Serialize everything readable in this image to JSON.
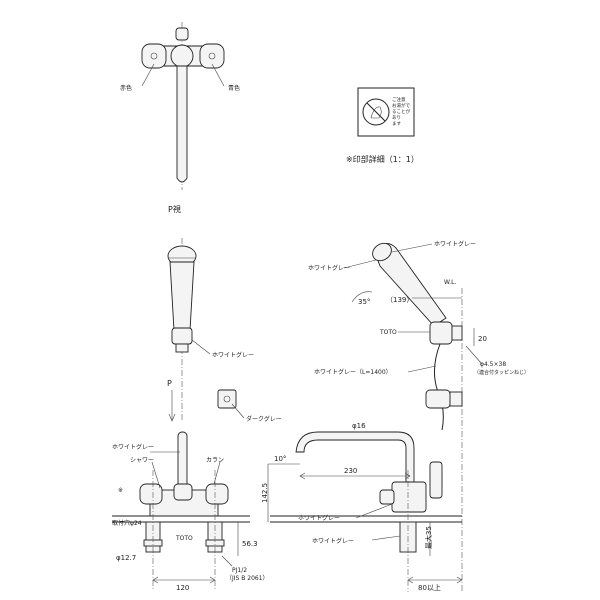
{
  "views": {
    "top": {
      "caption": "P視",
      "label_left": "赤色",
      "label_right": "青色"
    },
    "mark_detail": {
      "caption": "※印部詳細（1：1）",
      "mark_text": [
        "ご注意",
        "お湯がで",
        "ることが",
        "あり",
        "ます"
      ]
    },
    "shower": {
      "label_holder": "ホワイトグレー",
      "label_hook": "ダークグレー"
    },
    "side": {
      "label_head_right": "ホワイトグレー",
      "label_head_left": "ホワイトグレー",
      "label_hose": "ホワイトグレー（L=1400）",
      "brand": "TOTO",
      "dim_139": "（139）",
      "dim_35": "35°",
      "dim_20": "20",
      "screw_note": "φ4.5×38",
      "screw_note_sub": "（連合付タッピンねじ）",
      "wall_label": "W.L.",
      "dim_phi16": "φ16",
      "dim_10": "10°",
      "dim_230": "230",
      "dim_142": "142.5",
      "label_body_1": "ホワイトグレー",
      "label_body_2": "ホワイトグレー",
      "dim_max35": "最大35",
      "dim_80": "80以上"
    },
    "front": {
      "label_grey": "ホワイトグレー",
      "label_shower": "シャワー",
      "label_karan": "カラン",
      "mark_ref": "※",
      "mount_hole": "取付穴φ24",
      "brand": "TOTO",
      "dim_phi127": "φ12.7",
      "dim_563": "56.3",
      "dim_120": "120",
      "pipe_spec": "PJ1/2",
      "pipe_std": "（JIS B 2061）",
      "arrow_label": "P"
    }
  }
}
